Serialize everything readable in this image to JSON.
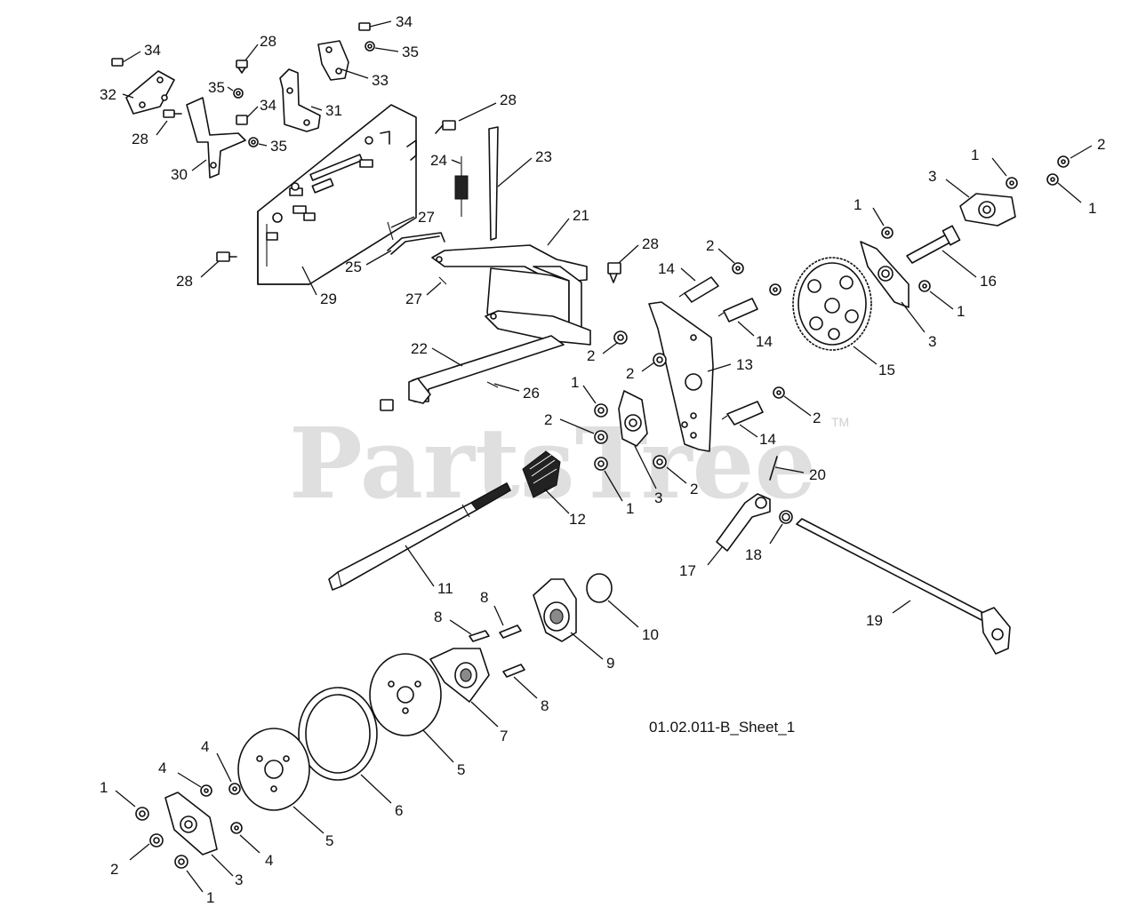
{
  "diagram": {
    "sheet_label": "01.02.011-B_Sheet_1",
    "watermark": "PartsTree",
    "watermark_tm": "TM",
    "callouts": [
      "34",
      "34",
      "35",
      "28",
      "35",
      "34",
      "35",
      "33",
      "31",
      "32",
      "28",
      "30",
      "28",
      "24",
      "23",
      "29",
      "27",
      "25",
      "27",
      "21",
      "28",
      "28",
      "22",
      "26",
      "2",
      "2",
      "2",
      "14",
      "14",
      "14",
      "13",
      "1",
      "2",
      "3",
      "1",
      "2",
      "20",
      "12",
      "11",
      "2",
      "1",
      "3",
      "1",
      "16",
      "1",
      "2",
      "1",
      "3",
      "15",
      "17",
      "18",
      "19",
      "10",
      "9",
      "8",
      "8",
      "8",
      "7",
      "5",
      "6",
      "5",
      "4",
      "4",
      "4",
      "1",
      "2",
      "3",
      "1"
    ]
  }
}
